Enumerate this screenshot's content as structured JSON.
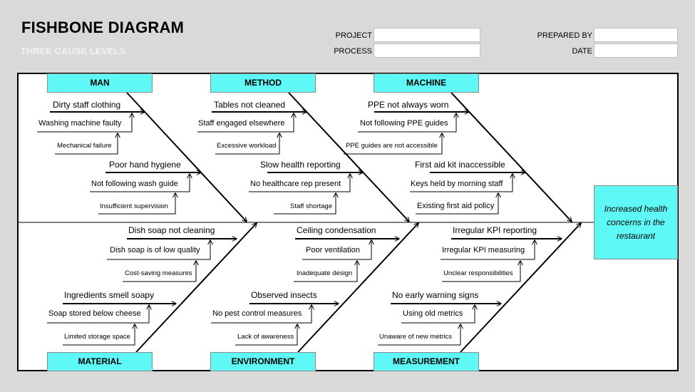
{
  "header": {
    "title": "FISHBONE DIAGRAM",
    "subtitle": "THREE CAUSE LEVELS",
    "project_label": "PROJECT",
    "process_label": "PROCESS",
    "prepared_by_label": "PREPARED BY",
    "date_label": "DATE",
    "project_value": "",
    "process_value": "",
    "prepared_by_value": "",
    "date_value": ""
  },
  "effect": "Increased health concerns in the restaurant",
  "categories": {
    "man": {
      "label": "MAN",
      "causes": [
        {
          "text": "Dirty staff clothing",
          "sub": "Washing machine faulty",
          "subsub": "Mechanical failure"
        },
        {
          "text": "Poor hand hygiene",
          "sub": "Not following wash guide",
          "subsub": "Insufficient supervision"
        }
      ]
    },
    "method": {
      "label": "METHOD",
      "causes": [
        {
          "text": "Tables not cleaned",
          "sub": "Staff engaged elsewhere",
          "subsub": "Excessive workload"
        },
        {
          "text": "Slow health reporting",
          "sub": "No healthcare rep present",
          "subsub": "Staff shortage"
        }
      ]
    },
    "machine": {
      "label": "MACHINE",
      "causes": [
        {
          "text": "PPE not always worn",
          "sub": "Not following PPE guides",
          "subsub": "PPE guides are not accessible"
        },
        {
          "text": "First aid kit inaccessible",
          "sub": "Keys held by morning staff",
          "subsub": "Existing first aid  policy"
        }
      ]
    },
    "material": {
      "label": "MATERIAL",
      "causes": [
        {
          "text": "Dish soap not cleaning",
          "sub": "Dish soap is of low quality",
          "subsub": "Cost-saving measures"
        },
        {
          "text": "Ingredients smell soapy",
          "sub": "Soap stored below cheese",
          "subsub": "Limited storage space"
        }
      ]
    },
    "environment": {
      "label": "ENVIRONMENT",
      "causes": [
        {
          "text": "Ceiling condensation",
          "sub": "Poor ventilation",
          "subsub": "Inadequate design"
        },
        {
          "text": "Observed insects",
          "sub": "No pest control measures",
          "subsub": "Lack of awareness"
        }
      ]
    },
    "measurement": {
      "label": "MEASUREMENT",
      "causes": [
        {
          "text": "Irregular KPI reporting",
          "sub": "Irregular KPI measuring",
          "subsub": "Unclear responsibilities"
        },
        {
          "text": "No early warning signs",
          "sub": "Using old metrics",
          "subsub": "Unaware of new metrics"
        }
      ]
    }
  }
}
